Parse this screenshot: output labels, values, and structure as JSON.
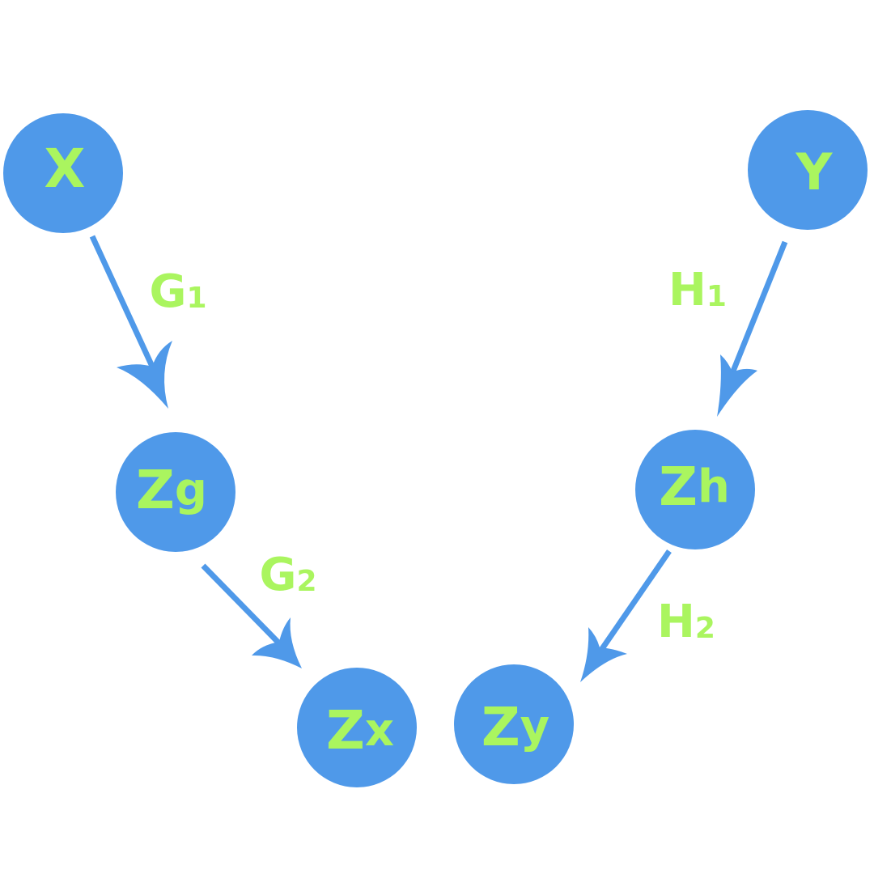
{
  "colors": {
    "node_fill": "#4f99e9",
    "label": "#aaf55f",
    "edge": "#4f99e9",
    "background": "#ffffff"
  },
  "nodes": [
    {
      "id": "x",
      "main": "X",
      "sub": ""
    },
    {
      "id": "y",
      "main": "Y",
      "sub": ""
    },
    {
      "id": "zg",
      "main": "Z",
      "sub": "g"
    },
    {
      "id": "zh",
      "main": "Z",
      "sub": "h"
    },
    {
      "id": "zx",
      "main": "Z",
      "sub": "x"
    },
    {
      "id": "zy",
      "main": "Z",
      "sub": "y"
    }
  ],
  "edges": [
    {
      "id": "g1",
      "from": "x",
      "to": "zg",
      "main": "G",
      "sub": "1"
    },
    {
      "id": "g2",
      "from": "zg",
      "to": "zx",
      "main": "G",
      "sub": "2"
    },
    {
      "id": "h1",
      "from": "y",
      "to": "zh",
      "main": "H",
      "sub": "1"
    },
    {
      "id": "h2",
      "from": "zh",
      "to": "zy",
      "main": "H",
      "sub": "2"
    }
  ]
}
